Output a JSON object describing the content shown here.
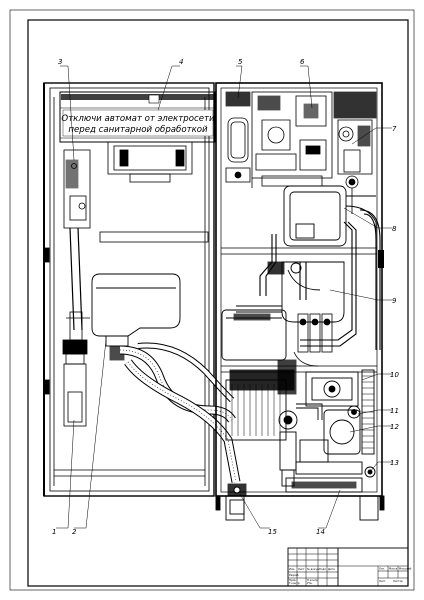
{
  "warning_label": {
    "line1": "Отключи автомат от электросети",
    "line2": "перед санитарной обработкой"
  },
  "callouts": [
    {
      "num": "1"
    },
    {
      "num": "2"
    },
    {
      "num": "3"
    },
    {
      "num": "4"
    },
    {
      "num": "5"
    },
    {
      "num": "6"
    },
    {
      "num": "7"
    },
    {
      "num": "8"
    },
    {
      "num": "9"
    },
    {
      "num": "10"
    },
    {
      "num": "11"
    },
    {
      "num": "12"
    },
    {
      "num": "13"
    },
    {
      "num": "14"
    },
    {
      "num": "15"
    }
  ],
  "title_block": {
    "rows_left": [
      "Изм.",
      "Лист",
      "№ докум.",
      "Подп.",
      "Дата"
    ],
    "rows_names": [
      "Разраб.",
      "Пров.",
      "Т.контр.",
      "Н.контр.",
      "Утв."
    ],
    "cells_right": [
      "Лит.",
      "Масса",
      "Масштаб",
      "Лист",
      "Листов"
    ]
  },
  "colors": {
    "ink": "#000000",
    "paper": "#ffffff"
  }
}
